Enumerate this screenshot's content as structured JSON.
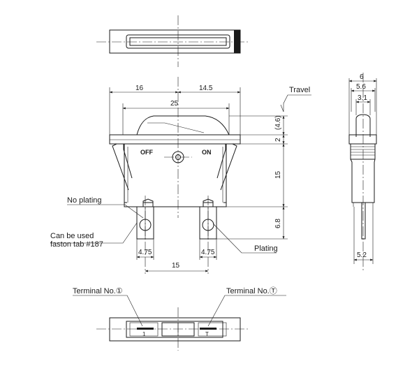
{
  "labels": {
    "travel": "Travel",
    "no_plating": "No plating",
    "faston_line1": "Can be used",
    "faston_line2": "faston tab #187",
    "plating": "Plating",
    "terminal_1": "Terminal No.①",
    "terminal_t": "Terminal No.Ⓣ"
  },
  "switch_marks": {
    "off": "OFF",
    "on": "ON",
    "term_1": "1",
    "term_t": "T"
  },
  "dimensions": {
    "left_half": "16",
    "right_half": "14.5",
    "overall": "25",
    "travel": "(4.6)",
    "flange": "2",
    "body_height": "15",
    "terminal_length": "6.8",
    "terminal_width_left": "4.75",
    "terminal_width_right": "4.75",
    "terminal_pitch": "15",
    "side_width": "6",
    "side_inner": "5.6",
    "side_actuator": "3.1",
    "side_terminal": "5.2"
  }
}
